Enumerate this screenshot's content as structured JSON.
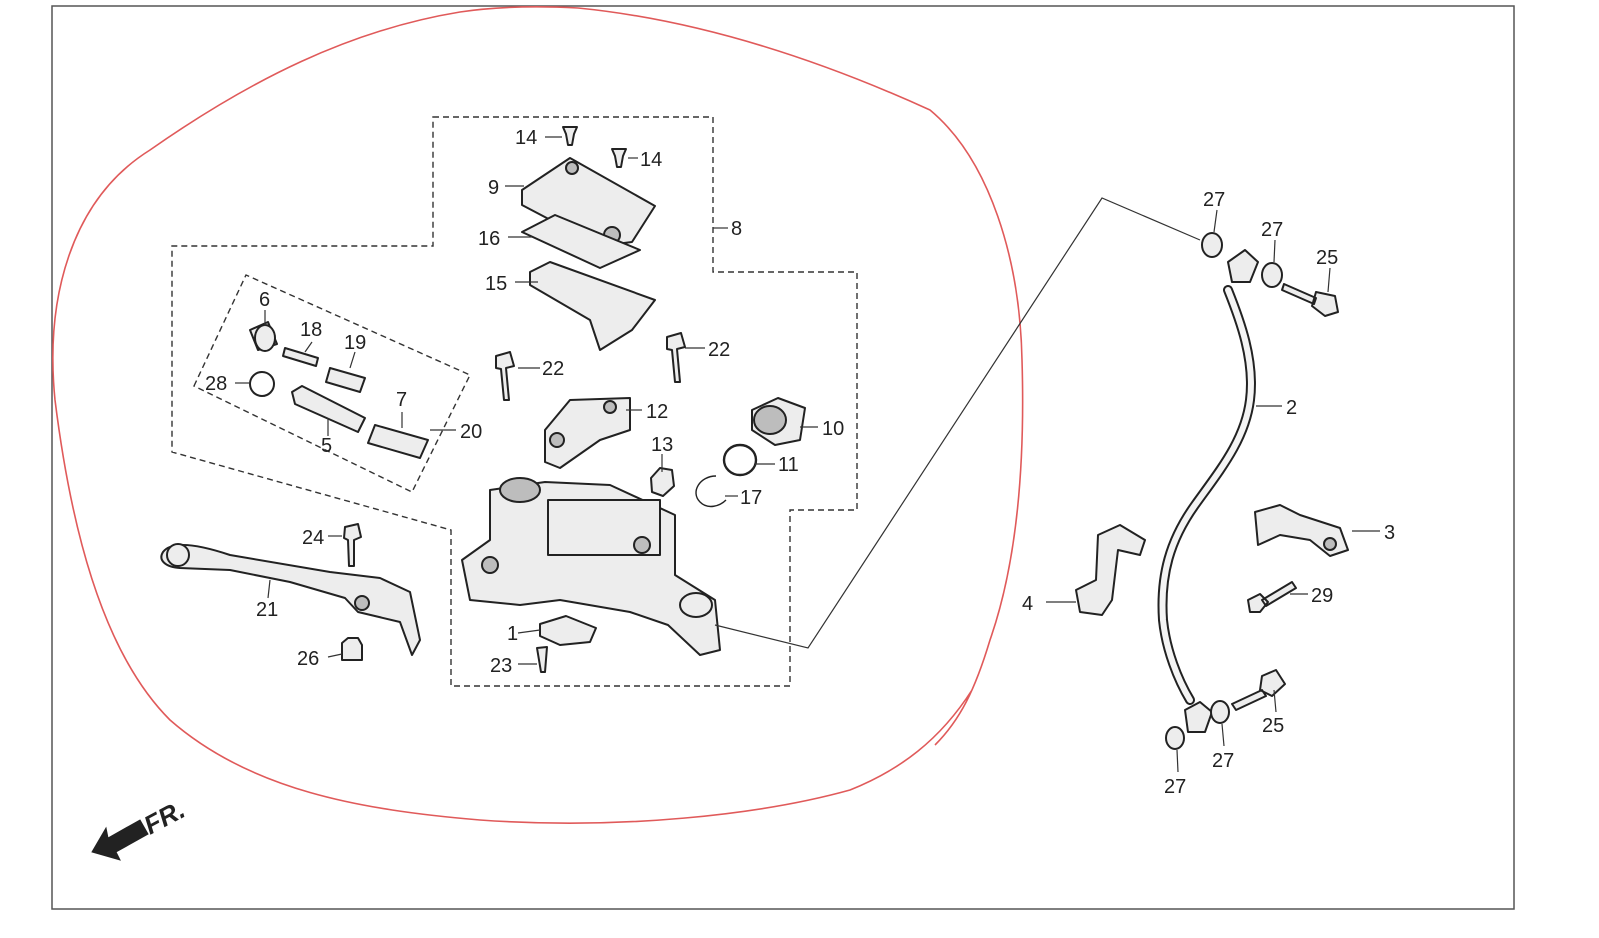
{
  "diagram": {
    "direction_label": "FR.",
    "callouts": [
      {
        "id": "c14a",
        "text": "14"
      },
      {
        "id": "c14b",
        "text": "14"
      },
      {
        "id": "c9",
        "text": "9"
      },
      {
        "id": "c8",
        "text": "8"
      },
      {
        "id": "c16",
        "text": "16"
      },
      {
        "id": "c15",
        "text": "15"
      },
      {
        "id": "c6",
        "text": "6"
      },
      {
        "id": "c18",
        "text": "18"
      },
      {
        "id": "c19",
        "text": "19"
      },
      {
        "id": "c22a",
        "text": "22"
      },
      {
        "id": "c22b",
        "text": "22"
      },
      {
        "id": "c28",
        "text": "28"
      },
      {
        "id": "c7",
        "text": "7"
      },
      {
        "id": "c12",
        "text": "12"
      },
      {
        "id": "c10",
        "text": "10"
      },
      {
        "id": "c20",
        "text": "20"
      },
      {
        "id": "c5",
        "text": "5"
      },
      {
        "id": "c13",
        "text": "13"
      },
      {
        "id": "c11",
        "text": "11"
      },
      {
        "id": "c17",
        "text": "17"
      },
      {
        "id": "c24",
        "text": "24"
      },
      {
        "id": "c21",
        "text": "21"
      },
      {
        "id": "c1",
        "text": "1"
      },
      {
        "id": "c26",
        "text": "26"
      },
      {
        "id": "c23",
        "text": "23"
      },
      {
        "id": "c27a",
        "text": "27"
      },
      {
        "id": "c27b",
        "text": "27"
      },
      {
        "id": "c25a",
        "text": "25"
      },
      {
        "id": "c2",
        "text": "2"
      },
      {
        "id": "c3",
        "text": "3"
      },
      {
        "id": "c4",
        "text": "4"
      },
      {
        "id": "c29",
        "text": "29"
      },
      {
        "id": "c25b",
        "text": "25"
      },
      {
        "id": "c27c",
        "text": "27"
      },
      {
        "id": "c27d",
        "text": "27"
      }
    ],
    "colors": {
      "outline": "#222222",
      "part_fill": "#ededed",
      "highlight": "#e05a5a"
    }
  }
}
